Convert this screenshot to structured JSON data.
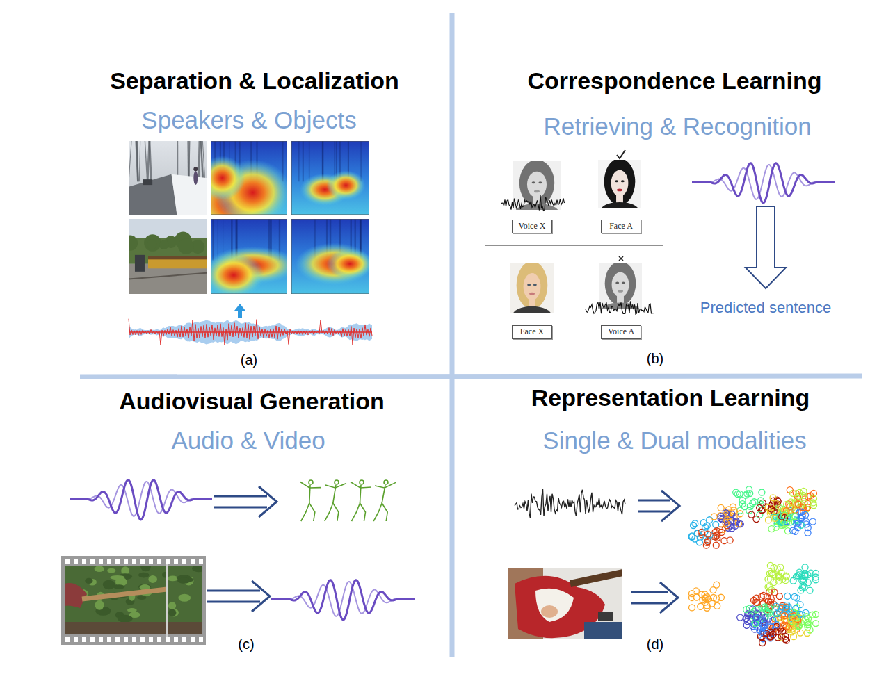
{
  "diagram": {
    "nodes": [
      {
        "text": [
          "Voice X"
        ]
      },
      {
        "text": [
          "Face A"
        ]
      },
      {
        "text": [
          "Face X"
        ]
      },
      {
        "text": [
          "Voice A"
        ]
      }
    ],
    "labels": [
      "Separation & Localization",
      "Speakers & Objects",
      "(a)",
      "Correspondence Learning",
      "Retrieving & Recognition",
      "Predicted sentence",
      "(b)",
      "Audiovisual Generation",
      "Audio & Video",
      "(c)",
      "Representation Learning",
      "Single & Dual modalities",
      "(d)"
    ]
  }
}
